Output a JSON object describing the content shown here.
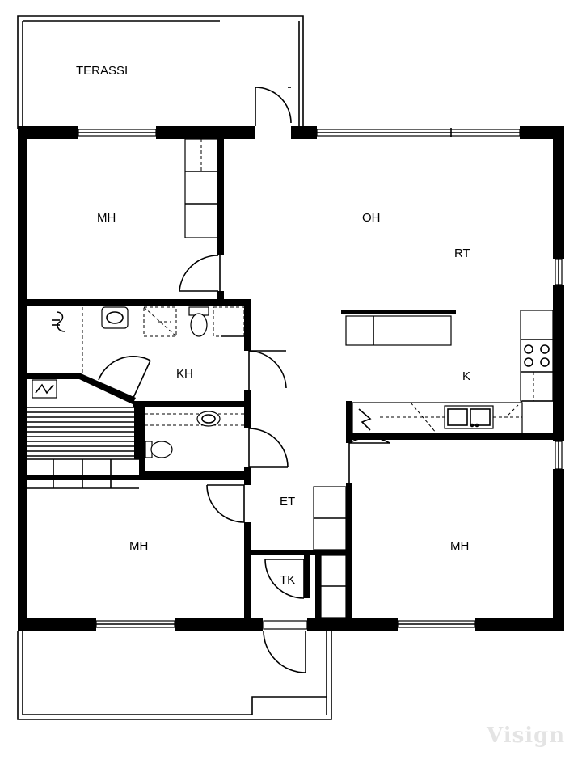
{
  "rooms": {
    "terassi": "TERASSI",
    "mh_top_left": "MH",
    "oh": "OH",
    "rt": "RT",
    "kh": "KH",
    "k": "K",
    "mh_bottom_left": "MH",
    "et": "ET",
    "tk": "TK",
    "mh_bottom_right": "MH"
  },
  "watermark": "Visign",
  "colors": {
    "wall": "#000000",
    "background": "#ffffff",
    "watermark": "#e4e4e4"
  }
}
